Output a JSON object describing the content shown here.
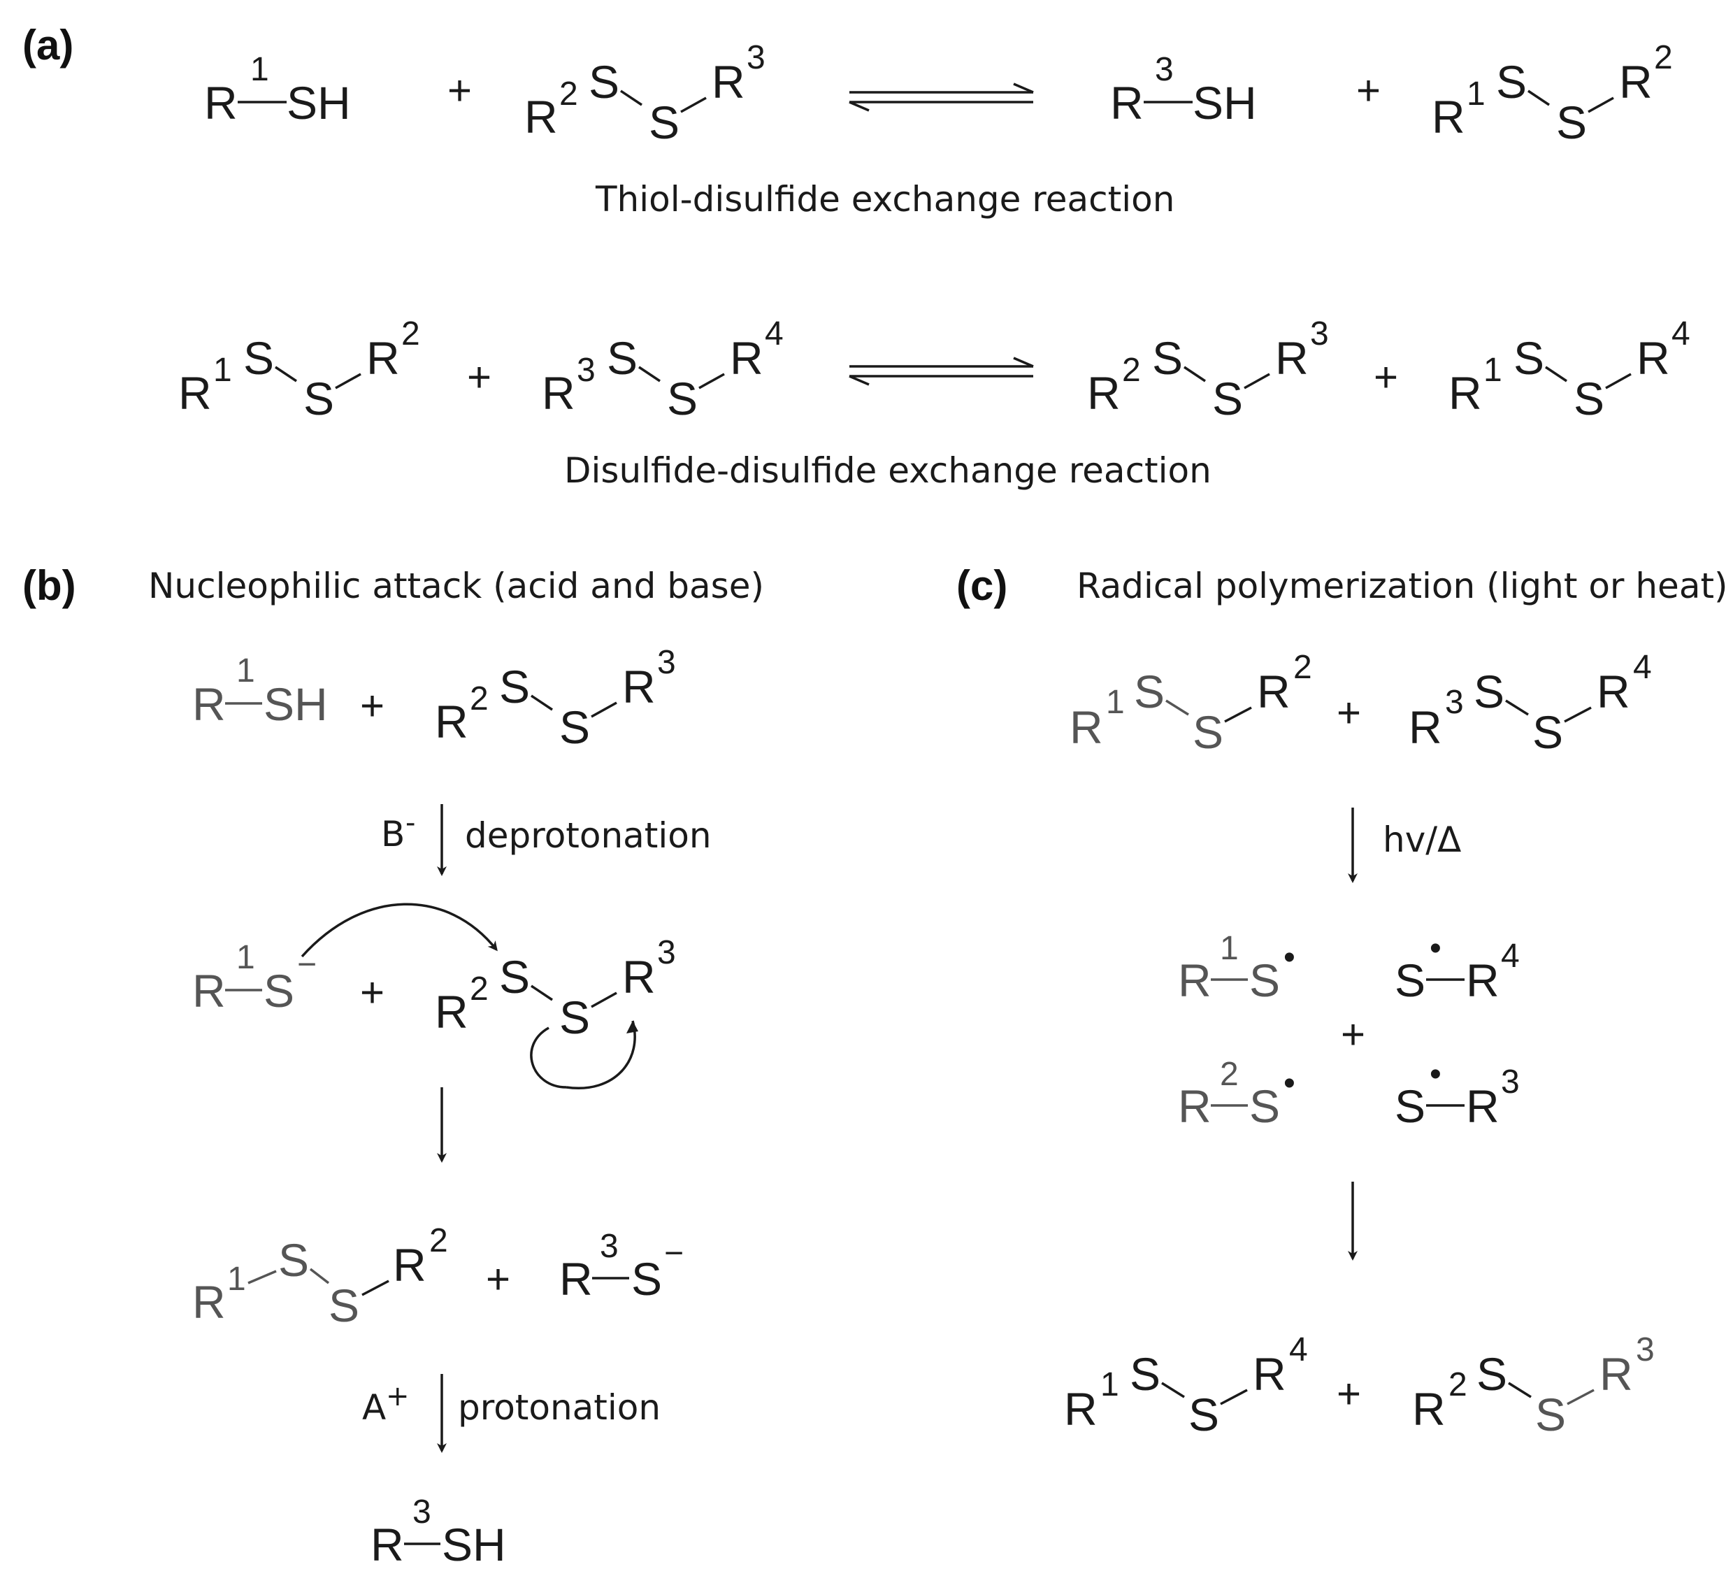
{
  "panels": {
    "a": {
      "label": "(a)"
    },
    "b": {
      "label": "(b)",
      "title": "Nucleophilic attack (acid and base)"
    },
    "c": {
      "label": "(c)",
      "title": "Radical polymerization (light or heat)"
    }
  },
  "captions": {
    "thiol_disulfide": "Thiol-disulfide exchange reaction",
    "disulfide_disulfide": "Disulfide-disulfide exchange reaction"
  },
  "symbols": {
    "R": "R",
    "S": "S",
    "SH": "SH",
    "plus": "+",
    "n1": "1",
    "n2": "2",
    "n3": "3",
    "n4": "4",
    "minus": "−",
    "dot": "•"
  },
  "conditions": {
    "base": "B",
    "base_charge": "-",
    "deprotonation": "deprotonation",
    "acid": "A",
    "acid_charge": "+",
    "protonation": "protonation",
    "light_heat": "hv/Δ"
  },
  "colors": {
    "ink": "#1a1a1a",
    "grey": "#555555",
    "background": "#ffffff"
  }
}
